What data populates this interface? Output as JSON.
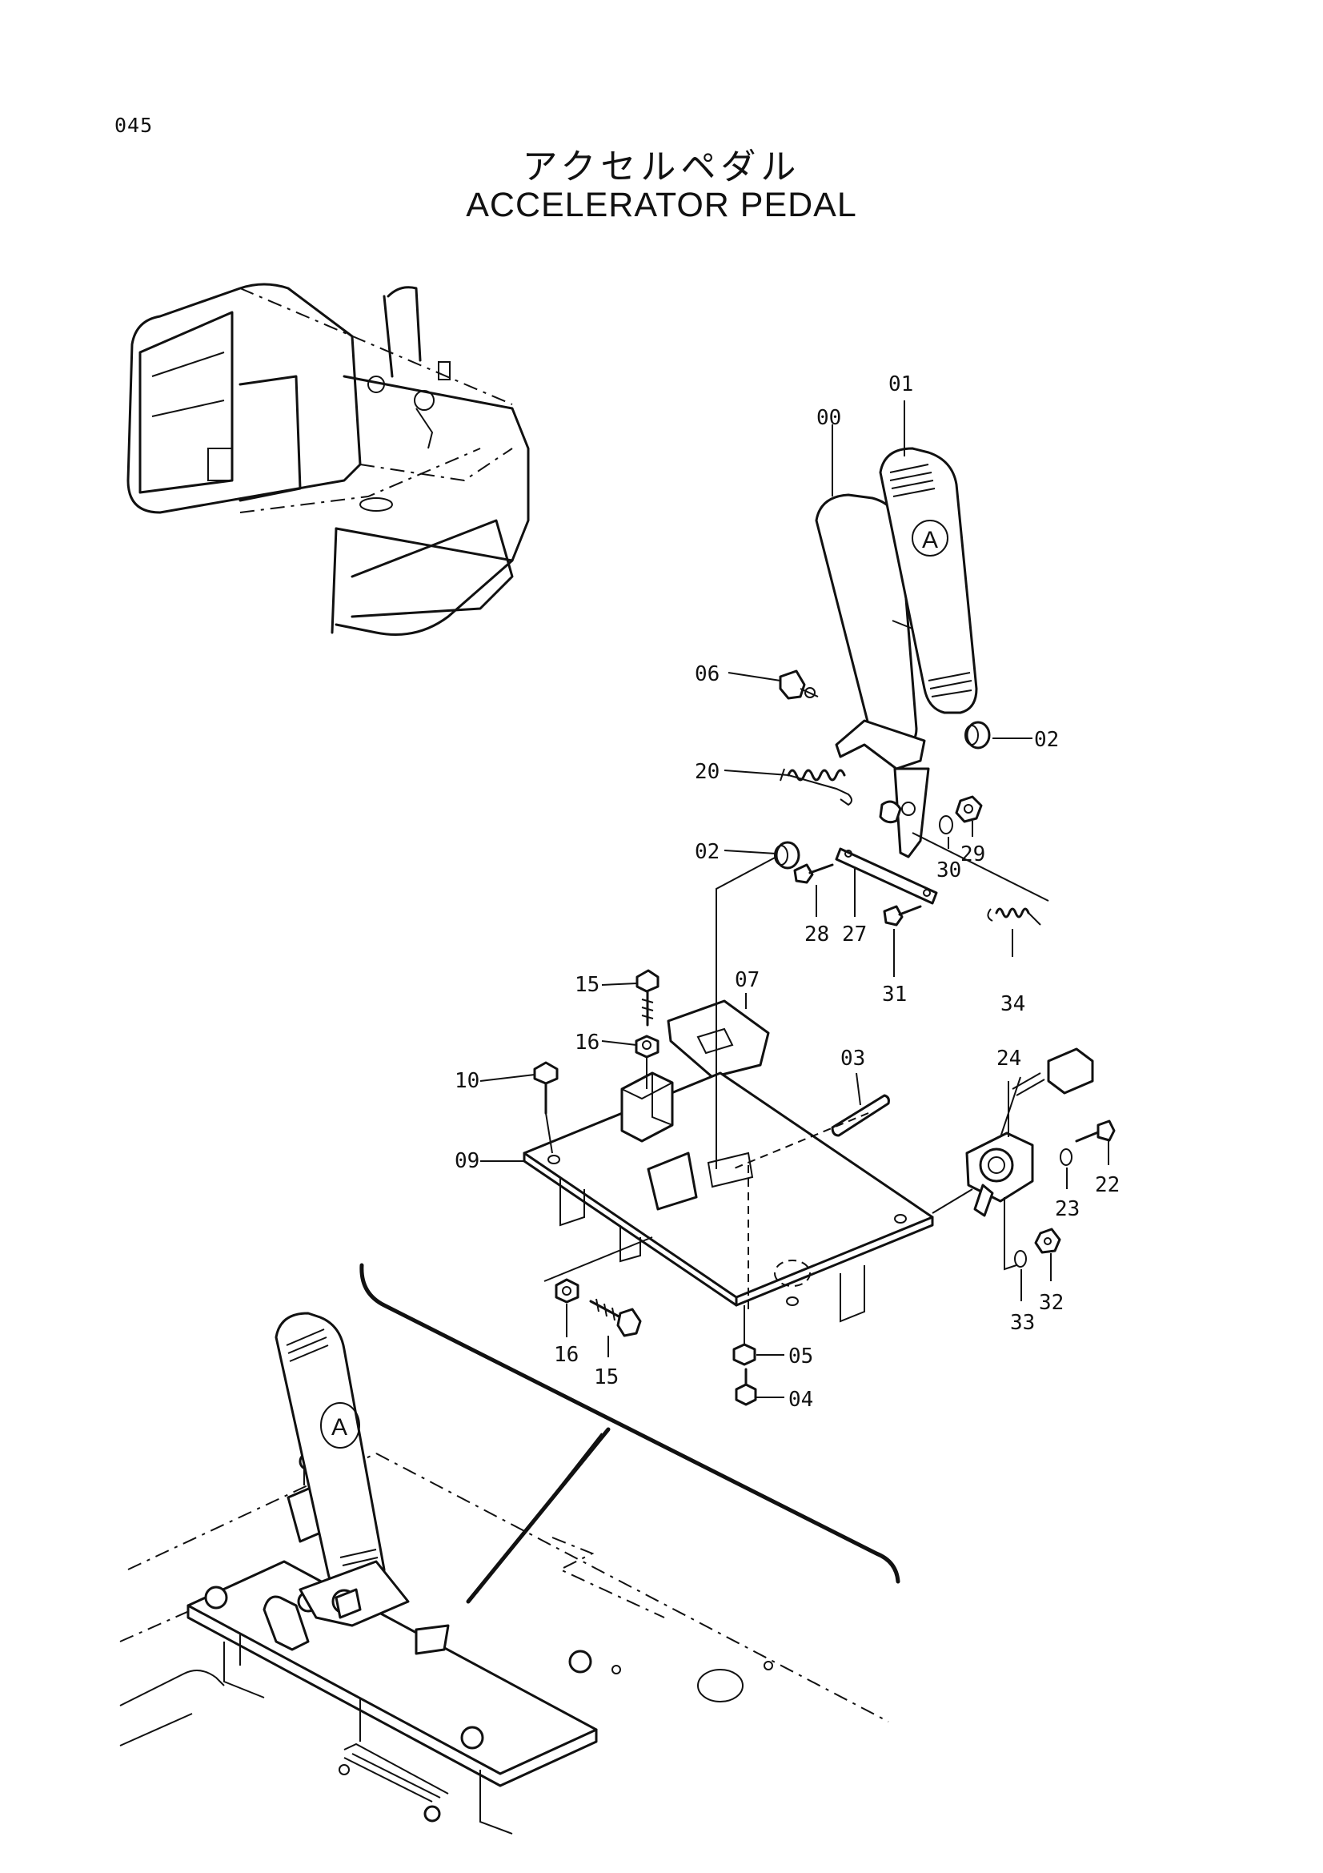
{
  "page_number": "045",
  "title_jp": "アクセルペダル",
  "title_en": "ACCELERATOR PEDAL",
  "pedal_letter": "A",
  "parts": [
    {
      "id": "p00",
      "label": "00"
    },
    {
      "id": "p01",
      "label": "01"
    },
    {
      "id": "p06",
      "label": "06"
    },
    {
      "id": "p02a",
      "label": "02"
    },
    {
      "id": "p20",
      "label": "20"
    },
    {
      "id": "p02b",
      "label": "02"
    },
    {
      "id": "p29",
      "label": "29"
    },
    {
      "id": "p30",
      "label": "30"
    },
    {
      "id": "p28",
      "label": "28"
    },
    {
      "id": "p27",
      "label": "27"
    },
    {
      "id": "p31",
      "label": "31"
    },
    {
      "id": "p34",
      "label": "34"
    },
    {
      "id": "p15a",
      "label": "15"
    },
    {
      "id": "p16a",
      "label": "16"
    },
    {
      "id": "p07",
      "label": "07"
    },
    {
      "id": "p10",
      "label": "10"
    },
    {
      "id": "p09",
      "label": "09"
    },
    {
      "id": "p03",
      "label": "03"
    },
    {
      "id": "p24",
      "label": "24"
    },
    {
      "id": "p22",
      "label": "22"
    },
    {
      "id": "p23",
      "label": "23"
    },
    {
      "id": "p32",
      "label": "32"
    },
    {
      "id": "p33",
      "label": "33"
    },
    {
      "id": "p16b",
      "label": "16"
    },
    {
      "id": "p15b",
      "label": "15"
    },
    {
      "id": "p05",
      "label": "05"
    },
    {
      "id": "p04",
      "label": "04"
    }
  ]
}
